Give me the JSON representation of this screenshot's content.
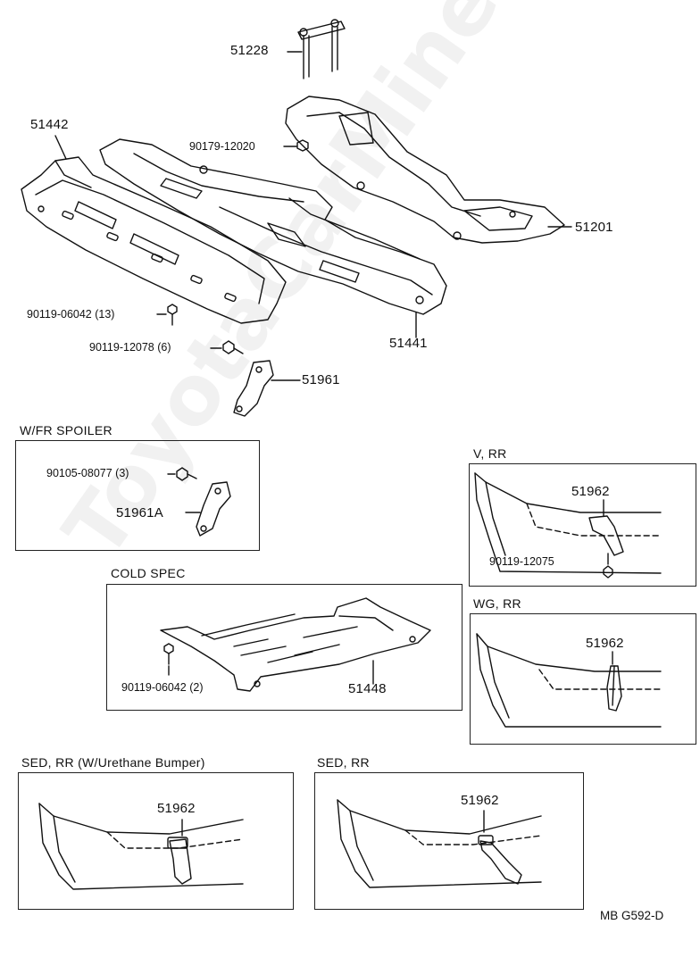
{
  "parts": {
    "p51228": "51228",
    "p51442": "51442",
    "p90179_12020": "90179-12020",
    "p51201": "51201",
    "p90119_06042_13": "90119-06042 (13)",
    "p51441": "51441",
    "p90119_12078_6": "90119-12078 (6)",
    "p51961": "51961"
  },
  "sections": {
    "fr_spoiler": {
      "title": "W/FR SPOILER",
      "bolt": "90105-08077 (3)",
      "part": "51961A"
    },
    "v_rr": {
      "title": "V, RR",
      "part": "51962",
      "bolt": "90119-12075"
    },
    "cold_spec": {
      "title": "COLD SPEC",
      "bolt": "90119-06042 (2)",
      "part": "51448"
    },
    "wg_rr": {
      "title": "WG, RR",
      "part": "51962"
    },
    "sed_rr_urethane": {
      "title": "SED, RR (W/Urethane Bumper)",
      "part": "51962"
    },
    "sed_rr": {
      "title": "SED, RR",
      "part": "51962"
    }
  },
  "footer_code": "MB G592-D",
  "watermark": "ToyotaCarMine.ru"
}
